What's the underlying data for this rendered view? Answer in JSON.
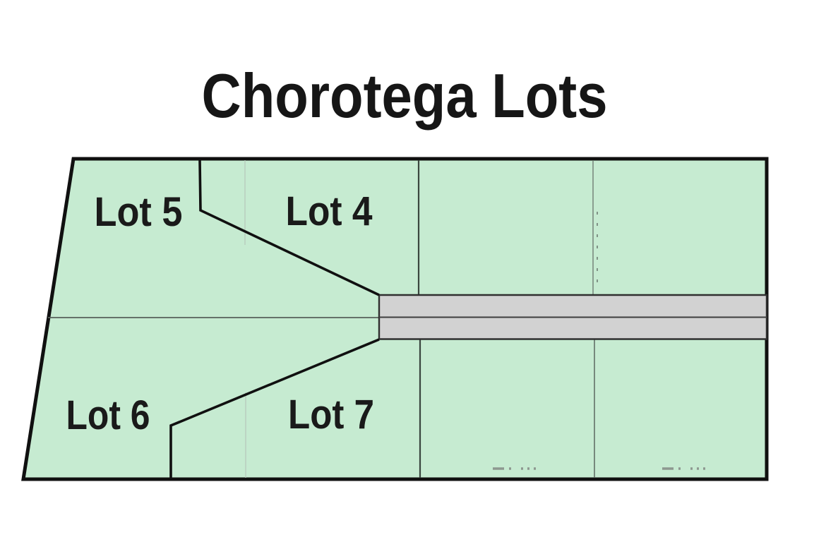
{
  "title": "Chorotega Lots",
  "map": {
    "lots": [
      {
        "id": "lot-5",
        "label": "Lot 5"
      },
      {
        "id": "lot-4",
        "label": "Lot 4"
      },
      {
        "id": "lot-6",
        "label": "Lot 6"
      },
      {
        "id": "lot-7",
        "label": "Lot 7"
      }
    ],
    "colors": {
      "lot_fill": "#c6ebd1",
      "road_fill": "#d2d2d2",
      "boundary": "#101010",
      "background": "#ffffff"
    }
  }
}
